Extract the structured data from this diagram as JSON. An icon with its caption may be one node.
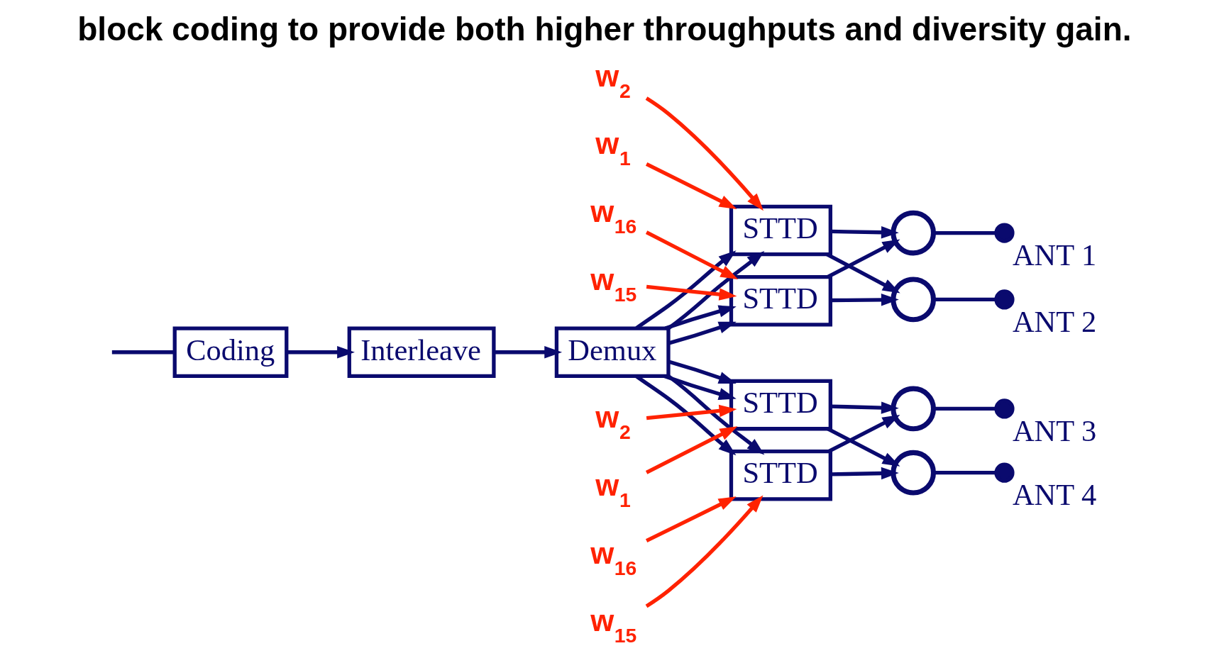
{
  "diagram": {
    "title": "block coding to provide both higher throughputs and diversity gain.",
    "nodes": [
      {
        "text": [
          "Coding"
        ]
      },
      {
        "text": [
          "Interleave"
        ]
      },
      {
        "text": [
          "Demux"
        ]
      },
      {
        "text": [
          "STTD"
        ]
      },
      {
        "text": [
          "STTD"
        ]
      },
      {
        "text": [
          "STTD"
        ]
      },
      {
        "text": [
          "STTD"
        ]
      },
      {
        "text": [],
        "shape": "circle"
      },
      {
        "text": [],
        "shape": "circle"
      },
      {
        "text": [],
        "shape": "circle"
      },
      {
        "text": [],
        "shape": "circle"
      },
      {
        "text": [],
        "shape": "dot",
        "beside": [
          "ANT 1"
        ]
      },
      {
        "text": [],
        "shape": "dot",
        "beside": [
          "ANT 2"
        ]
      },
      {
        "text": [],
        "shape": "dot",
        "beside": [
          "ANT 3"
        ]
      },
      {
        "text": [],
        "shape": "dot",
        "beside": [
          "ANT 4"
        ]
      },
      {
        "text": [
          "w$_{1}$"
        ]
      },
      {
        "text": [
          "w$_{2}$"
        ]
      },
      {
        "text": [
          "w$_{15}$"
        ]
      },
      {
        "text": [
          "w$_{16}$"
        ]
      },
      {
        "text": [
          "w$_{1}$"
        ]
      },
      {
        "text": [
          "w$_{2}$"
        ]
      },
      {
        "text": [
          "w$_{15}$"
        ]
      },
      {
        "text": [
          "w$_{16}$"
        ]
      }
    ],
    "edges": [
      {
        "from": null,
        "to": 0,
        "arrow": "none"
      },
      {
        "from": 0,
        "to": 1,
        "arrow": "to"
      },
      {
        "from": 1,
        "to": 2,
        "arrow": "to"
      },
      {
        "from": 2,
        "to": 3,
        "arrow": "to"
      },
      {
        "from": 2,
        "to": 3,
        "arrow": "to"
      },
      {
        "from": 2,
        "to": 4,
        "arrow": "to"
      },
      {
        "from": 2,
        "to": 4,
        "arrow": "to"
      },
      {
        "from": 2,
        "to": 5,
        "arrow": "to"
      },
      {
        "from": 2,
        "to": 5,
        "arrow": "to"
      },
      {
        "from": 2,
        "to": 6,
        "arrow": "to"
      },
      {
        "from": 2,
        "to": 6,
        "arrow": "to"
      },
      {
        "from": 15,
        "to": 3,
        "arrow": "to",
        "color": "#ff2200"
      },
      {
        "from": 16,
        "to": 3,
        "arrow": "to",
        "color": "#ff2200"
      },
      {
        "from": 17,
        "to": 4,
        "arrow": "to",
        "color": "#ff2200"
      },
      {
        "from": 18,
        "to": 4,
        "arrow": "to",
        "color": "#ff2200"
      },
      {
        "from": 19,
        "to": 5,
        "arrow": "to",
        "color": "#ff2200"
      },
      {
        "from": 20,
        "to": 5,
        "arrow": "to",
        "color": "#ff2200"
      },
      {
        "from": 21,
        "to": 6,
        "arrow": "to",
        "color": "#ff2200"
      },
      {
        "from": 22,
        "to": 6,
        "arrow": "to",
        "color": "#ff2200"
      },
      {
        "from": 3,
        "to": 7,
        "arrow": "to"
      },
      {
        "from": 3,
        "to": 8,
        "arrow": "to"
      },
      {
        "from": 4,
        "to": 7,
        "arrow": "to"
      },
      {
        "from": 4,
        "to": 8,
        "arrow": "to"
      },
      {
        "from": 5,
        "to": 9,
        "arrow": "to"
      },
      {
        "from": 5,
        "to": 10,
        "arrow": "to"
      },
      {
        "from": 6,
        "to": 9,
        "arrow": "to"
      },
      {
        "from": 6,
        "to": 10,
        "arrow": "to"
      },
      {
        "from": 7,
        "to": 11,
        "arrow": "none"
      },
      {
        "from": 8,
        "to": 12,
        "arrow": "none"
      },
      {
        "from": 9,
        "to": 13,
        "arrow": "none"
      },
      {
        "from": 10,
        "to": 14,
        "arrow": "none"
      }
    ]
  }
}
